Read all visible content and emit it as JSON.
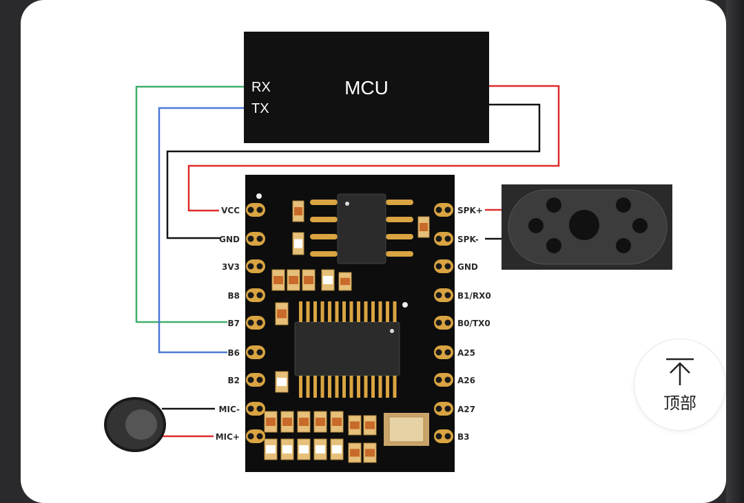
{
  "mcu": {
    "title": "MCU",
    "rx_label": "RX",
    "tx_label": "TX"
  },
  "left_pins": [
    "VCC",
    "GND",
    "3V3",
    "B8",
    "B7",
    "B6",
    "B2",
    "MIC-",
    "MIC+"
  ],
  "right_pins": [
    "SPK+",
    "SPK-",
    "GND",
    "B1/RX0",
    "B0/TX0",
    "A25",
    "A26",
    "A27",
    "B3"
  ],
  "wire_colors": {
    "red": "#e02a2a",
    "black": "#111111",
    "green": "#3fae6a",
    "blue": "#4a78d6"
  },
  "top_button": {
    "label": "顶部",
    "icon": "arrow-up-to-top-icon"
  }
}
